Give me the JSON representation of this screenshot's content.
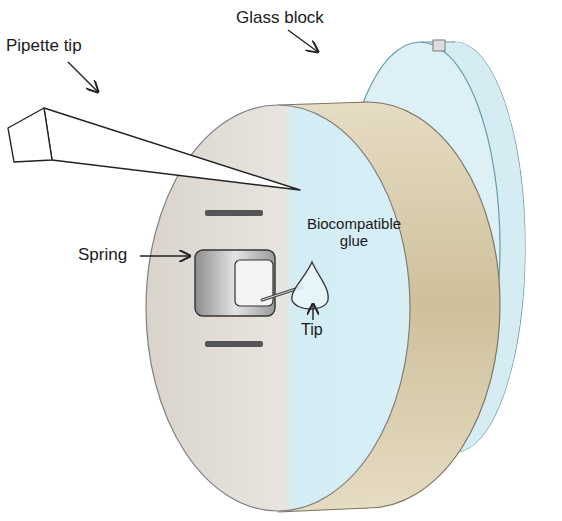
{
  "diagram": {
    "labels": [
      "Glass block",
      "Pipette tip",
      "Spring",
      "Biocompatible glue",
      "Tip"
    ]
  }
}
